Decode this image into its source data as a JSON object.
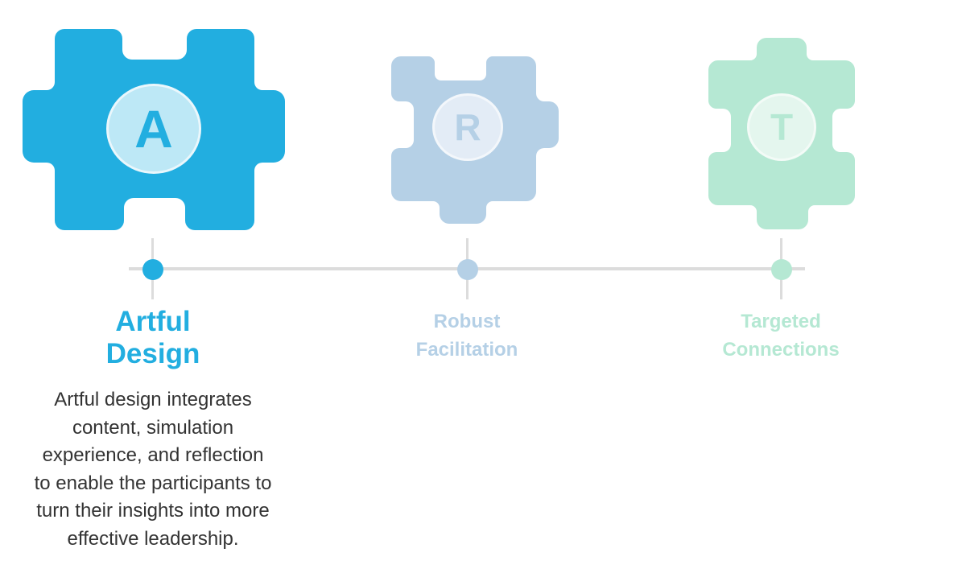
{
  "colors": {
    "step_a": "#22aee0",
    "step_r": "#b5d0e6",
    "step_t": "#b5e8d3",
    "timeline": "#dcdcdc",
    "desc_text": "#333333"
  },
  "steps": [
    {
      "letter": "A",
      "title_line1": "Artful",
      "title_line2": "Design",
      "active": true,
      "description_lines": [
        "Artful design integrates",
        "content, simulation",
        "experience, and reflection",
        "to enable the participants to",
        "turn their insights into more",
        "effective leadership."
      ]
    },
    {
      "letter": "R",
      "title_line1": "Robust",
      "title_line2": "Facilitation",
      "active": false
    },
    {
      "letter": "T",
      "title_line1": "Targeted",
      "title_line2": "Connections",
      "active": false
    }
  ]
}
